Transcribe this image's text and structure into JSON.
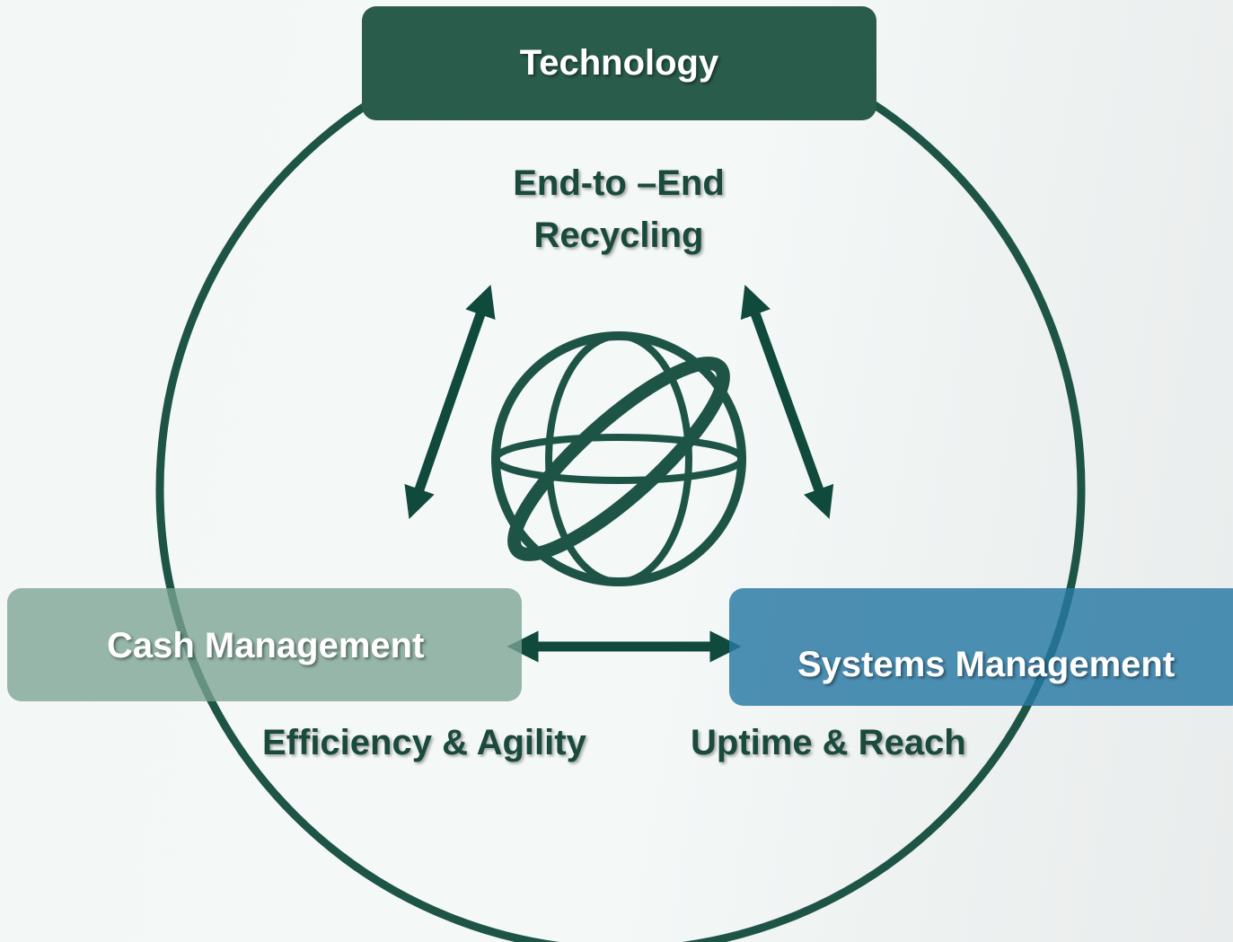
{
  "boxes": {
    "technology": "Technology",
    "cash_management": "Cash Management",
    "systems_management": "Systems Management"
  },
  "labels": {
    "end_to_end_line1": "End-to –End",
    "end_to_end_line2": "Recycling",
    "efficiency_agility": "Efficiency & Agility",
    "uptime_reach": "Uptime & Reach"
  },
  "colors": {
    "dark_green": "#2a5c4c",
    "circle_stroke": "#1e5446",
    "sage": "#7aa392",
    "blue": "#2677a3",
    "label_text": "#1a4a3c"
  },
  "icons": {
    "center": "globe-icon",
    "arrows": "double-headed-arrow"
  }
}
